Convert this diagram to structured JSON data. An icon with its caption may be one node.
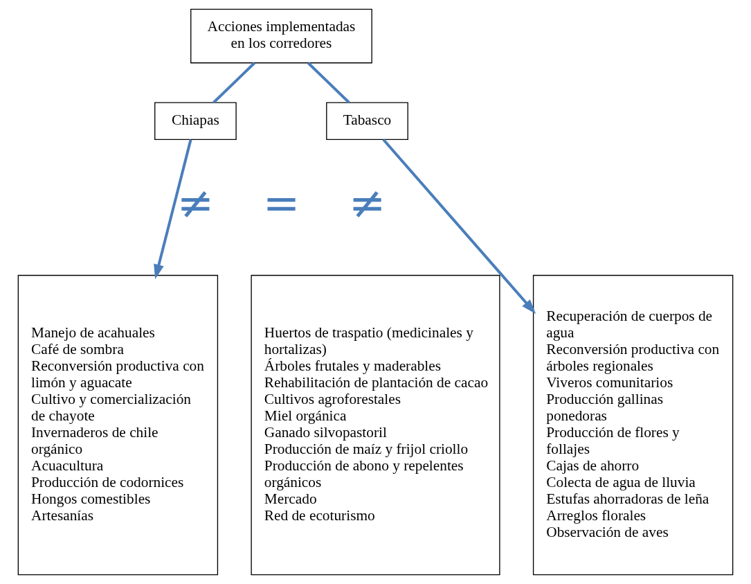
{
  "diagram": {
    "nodes": [
      {
        "text": [
          "Acciones implementadas en los corredores"
        ]
      },
      {
        "text": [
          "Chiapas"
        ]
      },
      {
        "text": [
          "Tabasco"
        ]
      },
      {
        "text": [
          "Manejo de acahuales",
          "Café de sombra",
          "Reconversión productiva con limón y aguacate",
          "Cultivo y comercialización de chayote",
          "Invernaderos de chile orgánico",
          "Acuacultura",
          "Producción de codornices",
          "Hongos comestibles",
          "Artesanías"
        ]
      },
      {
        "text": [
          "Huertos de traspatio (medicinales y hortalizas)",
          "Árboles frutales y maderables",
          "Rehabilitación de plantación de cacao",
          "Cultivos agroforestales",
          "Miel orgánica",
          "Ganado silvopastoril",
          "Producción de maíz y frijol criollo",
          "Producción de abono y repelentes orgánicos",
          "Mercado",
          "Red de ecoturismo"
        ]
      },
      {
        "text": [
          "Recuperación de cuerpos de agua",
          "Reconversión productiva con árboles regionales",
          "Viveros comunitarios",
          "Producción gallinas ponedoras",
          "Producción de flores y follajes",
          "Cajas de ahorro",
          "Colecta de agua de lluvia",
          "Estufas ahorradoras de leña",
          "Arreglos florales",
          "Observación de aves"
        ]
      }
    ],
    "edges": [
      {
        "from": 0,
        "to": 1,
        "arrow": "none"
      },
      {
        "from": 0,
        "to": 2,
        "arrow": "none"
      },
      {
        "from": 1,
        "to": 3,
        "arrow": "to"
      },
      {
        "from": 2,
        "to": 5,
        "arrow": "to"
      }
    ],
    "labels": [
      "≠",
      "=",
      "≠"
    ]
  }
}
